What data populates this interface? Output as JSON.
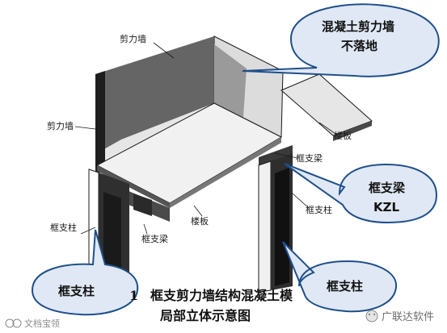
{
  "labels": {
    "shear_wall_top": "剪力墙",
    "shear_wall_left": "剪力墙",
    "floor_slab_right": "楼板",
    "frame_beam_right": "框支梁",
    "frame_column_right": "框支柱",
    "frame_column_left": "框支柱",
    "frame_beam_bottom": "框支梁",
    "floor_slab_bottom": "楼板"
  },
  "callouts": {
    "top_right_line1": "混凝土剪力墙",
    "top_right_line2": "不落地",
    "kzl_line1": "框支梁",
    "kzl_line2": "KZL",
    "left_column": "框支柱",
    "right_column": "框支柱"
  },
  "caption": {
    "line1_num": "1",
    "line1": "框支剪力墙结构混凝土模",
    "line2": "局部立体示意图"
  },
  "watermark_left": "文档宝领",
  "watermark_right": "广联达软件",
  "colors": {
    "bubble_fill": "#dfe8f4",
    "bubble_stroke": "#1f4f8a",
    "dark_face": "#2d2d2d",
    "mid_face": "#6e6e6e",
    "light_face": "#cfcfcf",
    "line": "#1a1a1a"
  }
}
